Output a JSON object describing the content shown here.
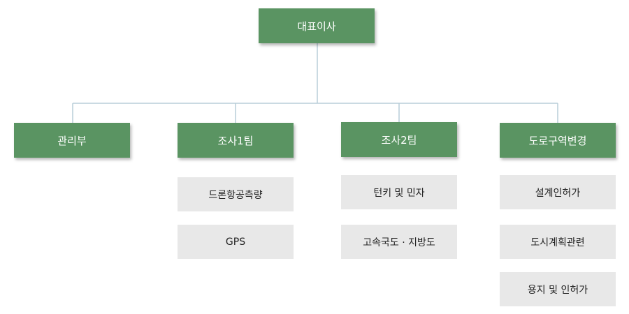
{
  "colors": {
    "header_box": "#5a9462",
    "sub_box": "#e8e8e8",
    "connector": "#b9cdd8"
  },
  "ceo": {
    "label": "대표이사"
  },
  "departments": [
    {
      "label": "관리부",
      "items": []
    },
    {
      "label": "조사1팀",
      "items": [
        "드론항공측량",
        "GPS"
      ]
    },
    {
      "label": "조사2팀",
      "items": [
        "턴키 및 민자",
        "고속국도 · 지방도"
      ]
    },
    {
      "label": "도로구역변경",
      "items": [
        "설계인허가",
        "도시계획관련",
        "용지 및 인허가"
      ]
    }
  ]
}
